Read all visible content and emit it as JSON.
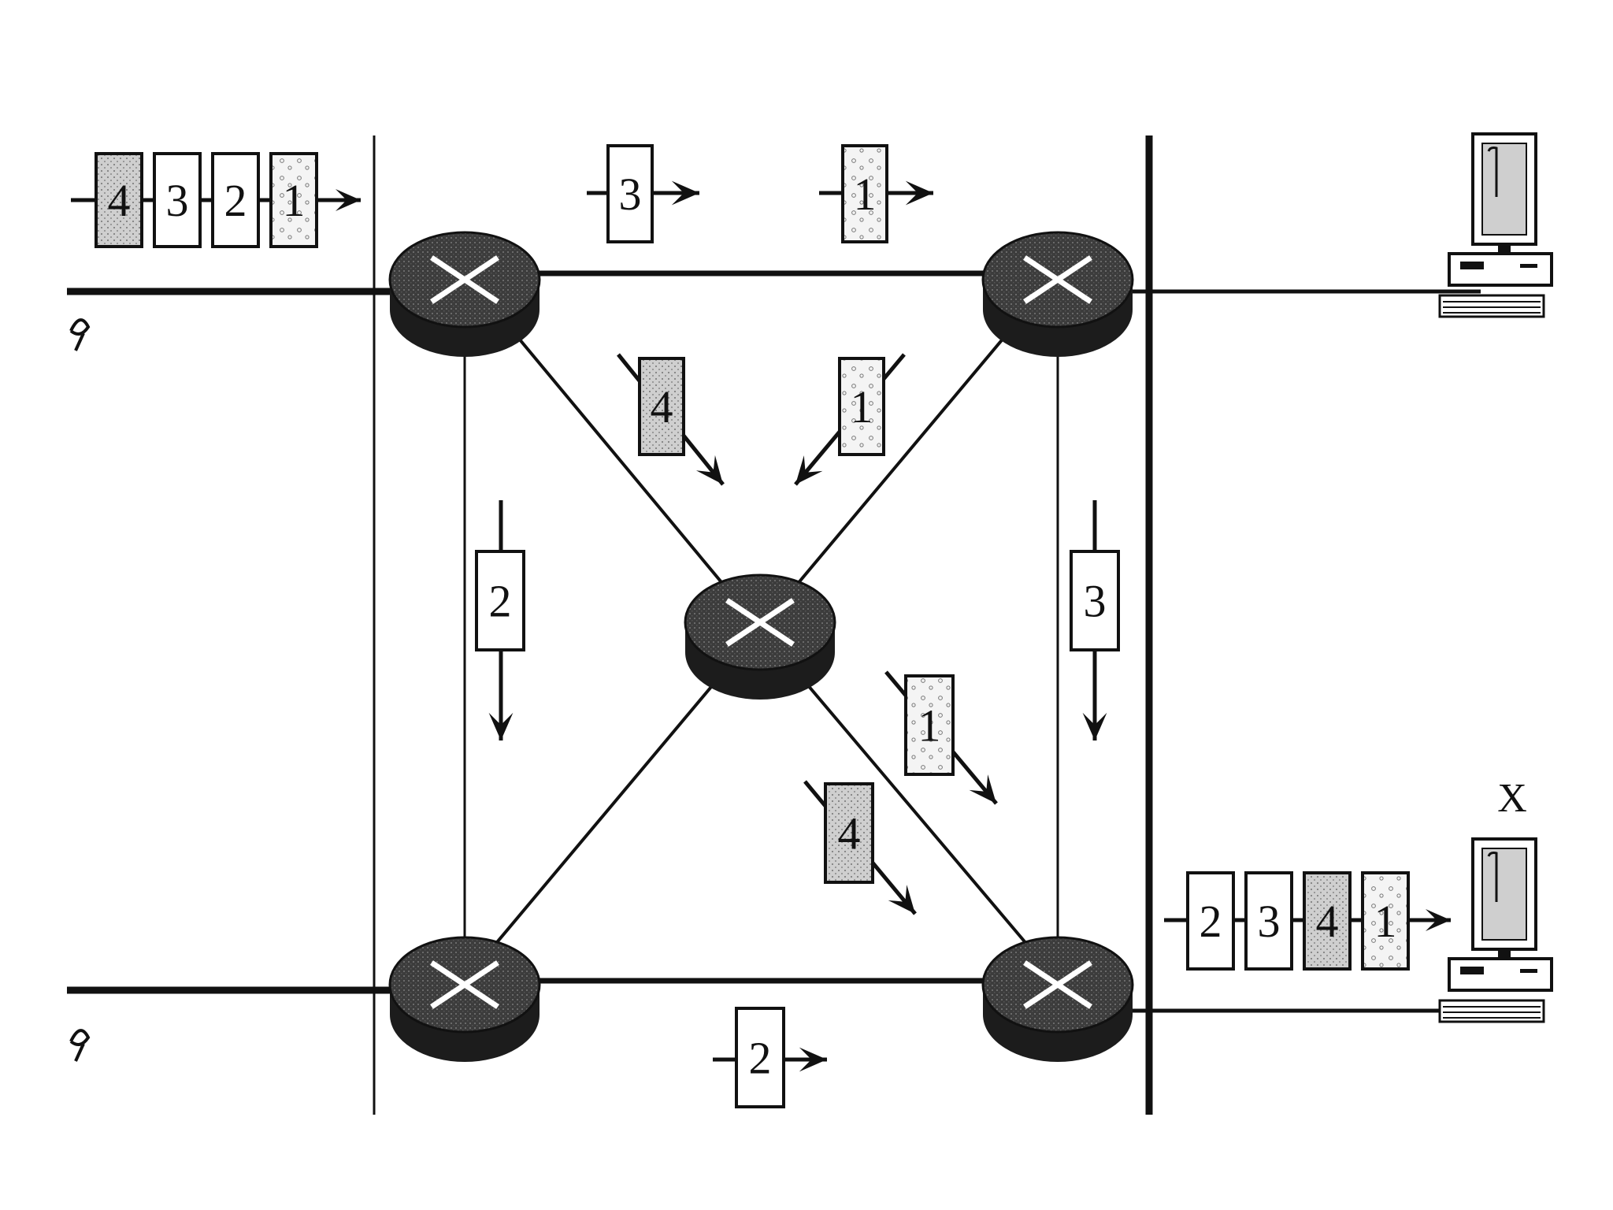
{
  "colors": {
    "line": "#111111",
    "router_fill": "#3a3a3a",
    "router_side": "#1c1c1c",
    "packet_plain": "#ffffff",
    "packet_dotted": "#eeeeee",
    "packet_gray": "#c9c9c9"
  },
  "icons": {
    "router": "router-cylinder-x",
    "host": "desktop-computer",
    "arrow": "arrowhead"
  },
  "source_stream": {
    "packets": [
      {
        "label": "4",
        "style": "gray"
      },
      {
        "label": "3",
        "style": "plain"
      },
      {
        "label": "2",
        "style": "plain"
      },
      {
        "label": "1",
        "style": "dotted"
      }
    ]
  },
  "in_transit": [
    {
      "label": "3",
      "style": "plain",
      "link": "top-left-to-top-right"
    },
    {
      "label": "1",
      "style": "dotted",
      "link": "top-left-to-top-right"
    },
    {
      "label": "4",
      "style": "gray",
      "link": "top-left-to-center"
    },
    {
      "label": "1",
      "style": "dotted",
      "link": "top-right-to-center"
    },
    {
      "label": "2",
      "style": "plain",
      "link": "top-left-to-bottom-left"
    },
    {
      "label": "3",
      "style": "plain",
      "link": "top-right-to-bottom-right"
    },
    {
      "label": "1",
      "style": "dotted",
      "link": "center-to-bottom-right"
    },
    {
      "label": "4",
      "style": "gray",
      "link": "center-to-bottom-right"
    },
    {
      "label": "2",
      "style": "plain",
      "link": "bottom-left-to-bottom-right"
    }
  ],
  "destination_stream": {
    "packets": [
      {
        "label": "2",
        "style": "plain"
      },
      {
        "label": "3",
        "style": "plain"
      },
      {
        "label": "4",
        "style": "gray"
      },
      {
        "label": "1",
        "style": "dotted"
      }
    ]
  },
  "hosts": {
    "top": {
      "label": ""
    },
    "bottom": {
      "label": "X"
    }
  }
}
